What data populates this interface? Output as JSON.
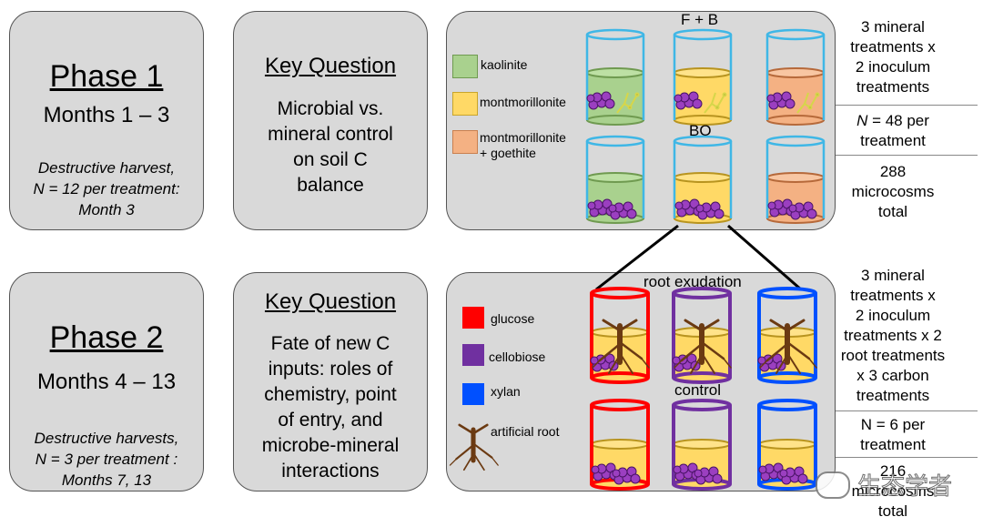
{
  "phase1": {
    "title": "Phase 1",
    "months": "Months 1 – 3",
    "harvest_line1": "Destructive harvest,",
    "harvest_line2": "N = 12 per treatment:",
    "harvest_line3": "Month 3",
    "key_question_title": "Key Question",
    "key_question_lines": [
      "Microbial vs.",
      "mineral control",
      "on soil C",
      "balance"
    ],
    "legend": [
      {
        "label": "kaolinite",
        "color": "#a9d18e"
      },
      {
        "label": "montmorillonite",
        "color": "#ffd966"
      },
      {
        "label_line1": "montmorillonite",
        "label_line2": "+ goethite",
        "color": "#f4b183"
      }
    ],
    "row_labels": {
      "top": "F + B",
      "bottom": "BO"
    },
    "right_col": {
      "block1": [
        "3 mineral",
        "treatments x",
        "2 inoculum",
        "treatments"
      ],
      "block2_n": "N",
      "block2_rest": " = 48 per",
      "block2_line2": "treatment",
      "block3": [
        "288",
        "microcosms",
        "total"
      ]
    }
  },
  "phase2": {
    "title": "Phase 2",
    "months": "Months 4 – 13",
    "harvest_line1": "Destructive harvests,",
    "harvest_line2": "N = 3 per treatment :",
    "harvest_line3": "Months 7, 13",
    "key_question_title": "Key Question",
    "key_question_lines": [
      "Fate of new C",
      "inputs: roles of",
      "chemistry, point",
      "of entry, and",
      "microbe-mineral",
      "interactions"
    ],
    "legend": [
      {
        "label": "glucose",
        "color": "#ff0000"
      },
      {
        "label": "cellobiose",
        "color": "#7030a0"
      },
      {
        "label": "xylan",
        "color": "#0050ff"
      },
      {
        "label": "artificial root",
        "color": "#6b3a12"
      }
    ],
    "row_labels": {
      "top": "root exudation",
      "bottom": "control"
    },
    "right_col": {
      "block1": [
        "3 mineral",
        "treatments x",
        "2 inoculum",
        "treatments x 2",
        "root treatments",
        "x 3 carbon",
        "treatments"
      ],
      "block2": [
        "N = 6 per",
        "treatment"
      ],
      "block3": [
        "216",
        "microcosms",
        "total"
      ]
    }
  },
  "watermark": "生态学者"
}
